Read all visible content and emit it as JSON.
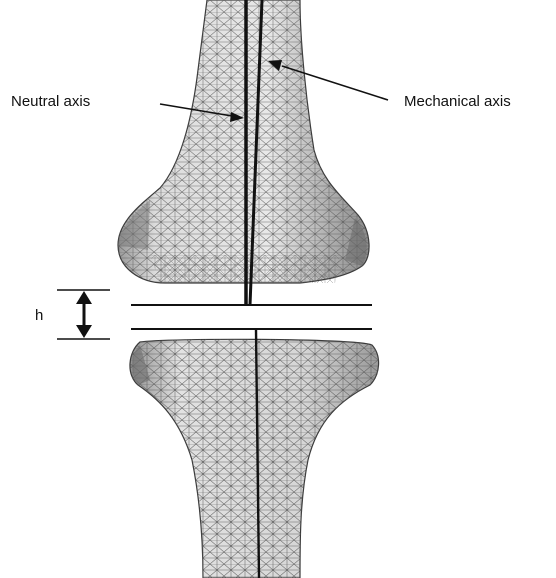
{
  "diagram": {
    "labels": {
      "neutral_axis": "Neutral axis",
      "mechanical_axis": "Mechanical axis",
      "gap": "h"
    },
    "colors": {
      "background": "#ffffff",
      "line": "#111111",
      "mesh": "#5a5a5a",
      "bone_fill": "#d9d9d9",
      "bone_shadow": "#8f8f8f"
    }
  }
}
